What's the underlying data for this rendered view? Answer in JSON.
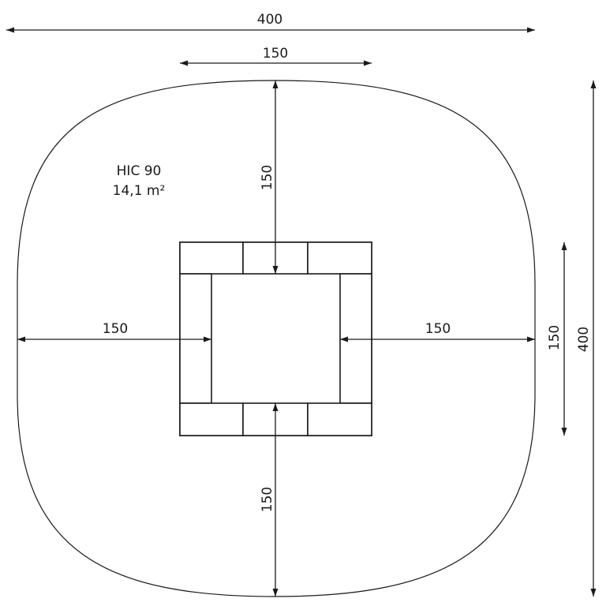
{
  "dimensions": {
    "overall_width": "400",
    "top_clearance_width": "150",
    "top_clearance_depth": "150",
    "left_clearance": "150",
    "right_clearance": "150",
    "bottom_clearance": "150",
    "equipment_depth": "150",
    "overall_depth": "400"
  },
  "impact_area": {
    "hic_label": "HIC 90",
    "area_label": "14,1 m²"
  },
  "colors": {
    "line": "#1a1a1a",
    "background": "#ffffff"
  }
}
